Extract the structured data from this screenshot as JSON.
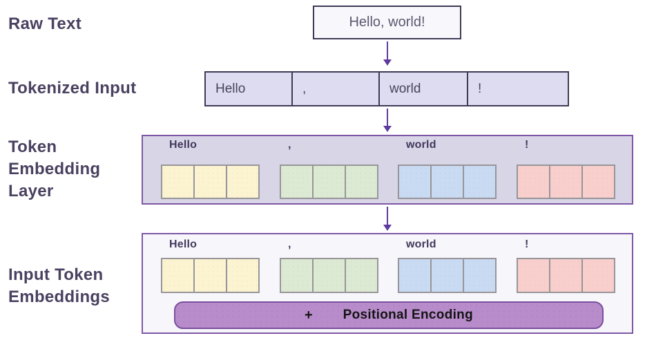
{
  "labels": {
    "raw_text": "Raw Text",
    "tokenized_input": "Tokenized Input",
    "token_embedding_layer": "Token\nEmbedding\nLayer",
    "input_token_embeddings": "Input Token\nEmbeddings"
  },
  "raw_box": {
    "text": "Hello, world!"
  },
  "tokens": [
    "Hello",
    ",",
    "world",
    "!"
  ],
  "embedding_layer": {
    "groups": [
      {
        "token": "Hello",
        "fill": "#fcf3d1"
      },
      {
        "token": ",",
        "fill": "#dcead3"
      },
      {
        "token": "world",
        "fill": "#c9daf3"
      },
      {
        "token": "!",
        "fill": "#f8cfcc"
      }
    ]
  },
  "input_embeddings": {
    "groups": [
      {
        "token": "Hello",
        "fill": "#fcf3d1"
      },
      {
        "token": ",",
        "fill": "#dcead3"
      },
      {
        "token": "world",
        "fill": "#c9daf3"
      },
      {
        "token": "!",
        "fill": "#f8cfcc"
      }
    ],
    "positional": {
      "operator": "+",
      "label": "Positional Encoding"
    }
  },
  "colors": {
    "label_text": "#4a4160",
    "arrow": "#5e3a9e",
    "dark_border": "#3f3956",
    "raw_box_bg": "#f8f8fc",
    "token_row_bg": "#dddcf0",
    "panel_border": "#7e57a8",
    "embedding_panel_bg": "#d7d5e6",
    "input_panel_bg": "#f7f6fb",
    "cell_border": "#979599",
    "positional_bar_bg": "#b88cca",
    "positional_bar_border": "#7a4f9e"
  }
}
